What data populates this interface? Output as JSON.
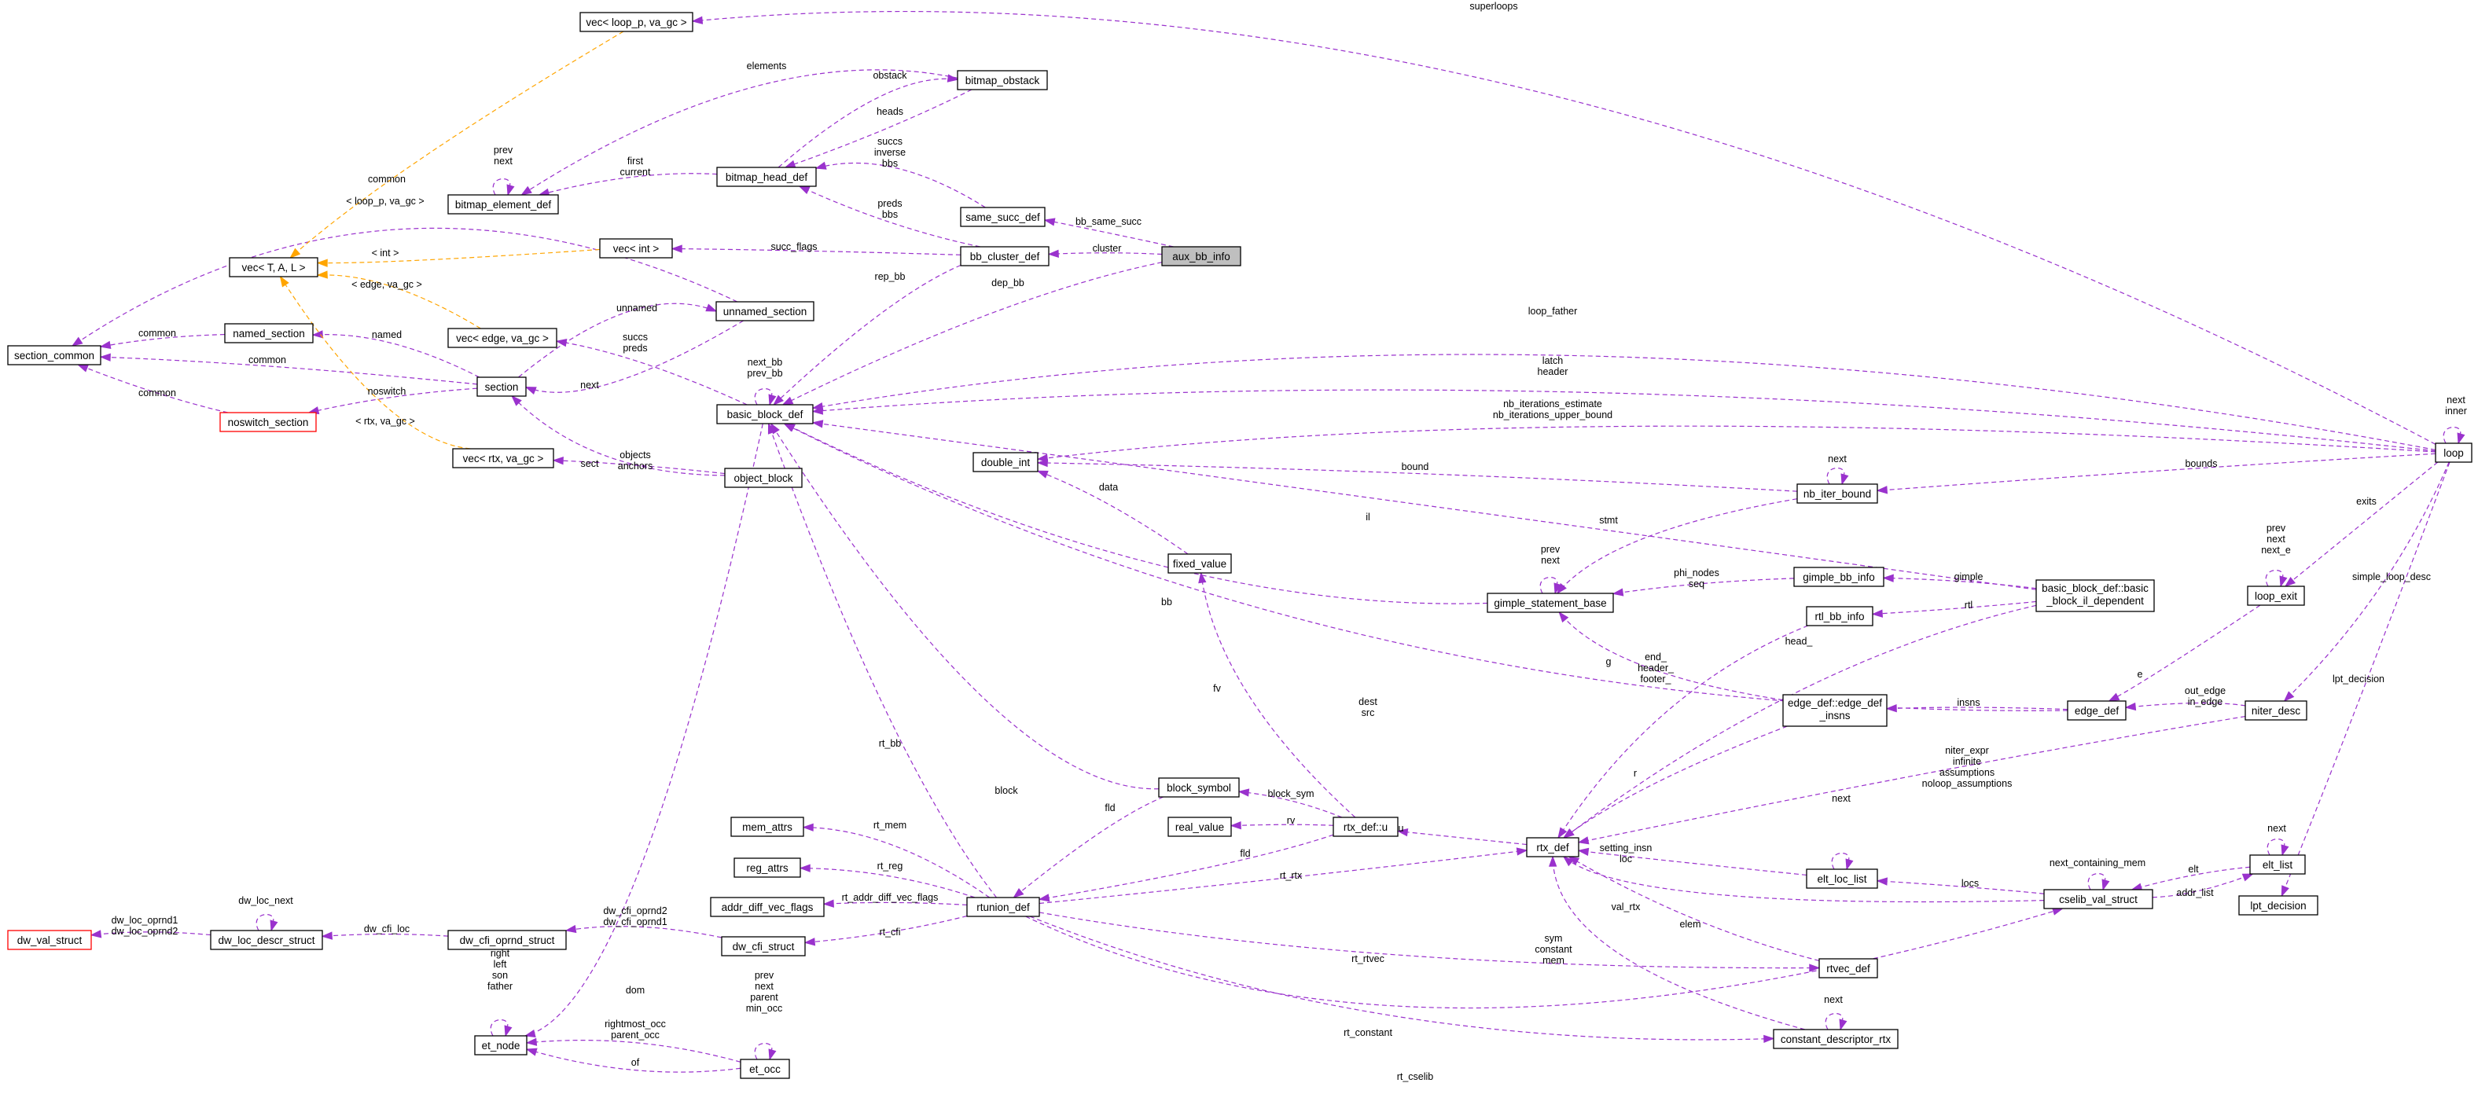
{
  "nodes": {
    "vec_loop_p": "vec< loop_p, va_gc >",
    "bitmap_obstack": "bitmap_obstack",
    "bitmap_head_def": "bitmap_head_def",
    "bitmap_element_def": "bitmap_element_def",
    "vec_T_A_L": "vec< T, A, L >",
    "vec_int": "vec< int >",
    "same_succ_def": "same_succ_def",
    "bb_cluster_def": "bb_cluster_def",
    "aux_bb_info": "aux_bb_info",
    "section_common": "section_common",
    "named_section": "named_section",
    "vec_edge": "vec< edge, va_gc >",
    "unnamed_section": "unnamed_section",
    "section": "section",
    "noswitch_section": "noswitch_section",
    "basic_block_def": "basic_block_def",
    "vec_rtx": "vec< rtx, va_gc >",
    "object_block": "object_block",
    "double_int": "double_int",
    "fixed_value": "fixed_value",
    "nb_iter_bound": "nb_iter_bound",
    "gimple_statement_base": "gimple_statement_base",
    "gimple_bb_info": "gimple_bb_info",
    "rtl_bb_info": "rtl_bb_info",
    "basic_block_il": [
      "basic_block_def::basic",
      "_block_il_dependent"
    ],
    "loop": "loop",
    "loop_exit": "loop_exit",
    "edge_def": "edge_def",
    "edge_def_insns": [
      "edge_def::edge_def",
      "_insns"
    ],
    "niter_desc": "niter_desc",
    "block_symbol": "block_symbol",
    "real_value": "real_value",
    "rtx_def_u": "rtx_def::u",
    "rtx_def": "rtx_def",
    "elt_loc_list": "elt_loc_list",
    "elt_list": "elt_list",
    "cselib_val_struct": "cselib_val_struct",
    "lpt_decision": "lpt_decision",
    "mem_attrs": "mem_attrs",
    "reg_attrs": "reg_attrs",
    "addr_diff_vec_flags": "addr_diff_vec_flags",
    "rtunion_def": "rtunion_def",
    "dw_cfi_struct": "dw_cfi_struct",
    "dw_cfi_oprnd_struct": "dw_cfi_oprnd_struct",
    "dw_loc_descr_struct": "dw_loc_descr_struct",
    "dw_val_struct": "dw_val_struct",
    "rtvec_def": "rtvec_def",
    "et_node": "et_node",
    "et_occ": "et_occ",
    "constant_descriptor_rtx": "constant_descriptor_rtx"
  },
  "edge_labels": {
    "superloops": "superloops",
    "elements": "elements",
    "obstack": "obstack",
    "heads": "heads",
    "prev_next_bitmap": [
      "prev",
      "next"
    ],
    "first_current": [
      "first",
      "current"
    ],
    "succs_inverse_bbs": [
      "succs",
      "inverse",
      "bbs"
    ],
    "preds_bbs": [
      "preds",
      "bbs"
    ],
    "bb_same_succ": "bb_same_succ",
    "cluster": "cluster",
    "common_vec": "common",
    "loop_p_va_gc": "< loop_p, va_gc >",
    "int_tpl": "< int >",
    "succ_flags": "succ_flags",
    "rep_bb": "rep_bb",
    "dep_bb": "dep_bb",
    "edge_va_gc": "< edge, va_gc >",
    "common_named": "common",
    "named": "named",
    "unnamed": "unnamed",
    "common_section": "common",
    "succs_preds": [
      "succs",
      "preds"
    ],
    "next_section": "next",
    "noswitch": "noswitch",
    "common_noswitch": "common",
    "next_bb_prev_bb": [
      "next_bb",
      "prev_bb"
    ],
    "loop_father": "loop_father",
    "latch_header": [
      "latch",
      "header"
    ],
    "rtx_va_gc": "< rtx, va_gc >",
    "sect": "sect",
    "objects_anchors": [
      "objects",
      "anchors"
    ],
    "nb_iterations": [
      "nb_iterations_estimate",
      "nb_iterations_upper_bound"
    ],
    "bound": "bound",
    "next_nb": "next",
    "bounds": "bounds",
    "next_inner_loop": [
      "next",
      "inner"
    ],
    "data": "data",
    "il": "il",
    "stmt": "stmt",
    "prev_next_gimple": [
      "prev",
      "next"
    ],
    "phi_nodes_seq": [
      "phi_nodes",
      "seq"
    ],
    "gimple": "gimple",
    "bb": "bb",
    "rtl": "rtl",
    "exits": "exits",
    "prev_next_nexte": [
      "prev",
      "next",
      "next_e"
    ],
    "simple_loop_desc": "simple_loop_desc",
    "fv": "fv",
    "g": "g",
    "head_": "head_",
    "end_header_footer": [
      "end_",
      "header_",
      "footer_"
    ],
    "e": "e",
    "dest_src": [
      "dest",
      "src"
    ],
    "insns": "insns",
    "out_edge_in_edge": [
      "out_edge",
      "in_edge"
    ],
    "lpt_decision_lbl": "lpt_decision",
    "niter_expr": [
      "niter_expr",
      "infinite",
      "assumptions",
      "noloop_assumptions"
    ],
    "rt_bb": "rt_bb",
    "block": "block",
    "block_sym": "block_sym",
    "fld_bs": "fld",
    "rv": "rv",
    "u": "u",
    "fld_u": "fld",
    "r": "r",
    "next_elt_loc": "next",
    "setting_insn_loc": [
      "setting_insn",
      "loc"
    ],
    "locs": "locs",
    "next_containing_mem": "next_containing_mem",
    "elt": "elt",
    "next_elt_list": "next",
    "addr_list": "addr_list",
    "val_rtx": "val_rtx",
    "rt_mem": "rt_mem",
    "rt_reg": "rt_reg",
    "rt_addr_diff_vec_flags": "rt_addr_diff_vec_flags",
    "rt_rtx": "rt_rtx",
    "rt_cfi": "rt_cfi",
    "dw_loc_next": "dw_loc_next",
    "dw_loc_opnd": [
      "dw_loc_oprnd1",
      "dw_loc_oprnd2"
    ],
    "dw_cfi_loc": "dw_cfi_loc",
    "dw_cfi_opnd2_1": [
      "dw_cfi_oprnd2",
      "dw_cfi_oprnd1"
    ],
    "elem": "elem",
    "rt_rtvec": "rt_rtvec",
    "sym_constant_mem": [
      "sym",
      "constant",
      "mem"
    ],
    "dom": "dom",
    "right_left_son_father": [
      "right",
      "left",
      "son",
      "father"
    ],
    "prev_next_parent_minocc": [
      "prev",
      "next",
      "parent",
      "min_occ"
    ],
    "rightmost_parent_occ": [
      "rightmost_occ",
      "parent_occ"
    ],
    "of": "of",
    "rt_constant": "rt_constant",
    "next_cdr": "next",
    "rt_cselib": "rt_cselib"
  }
}
